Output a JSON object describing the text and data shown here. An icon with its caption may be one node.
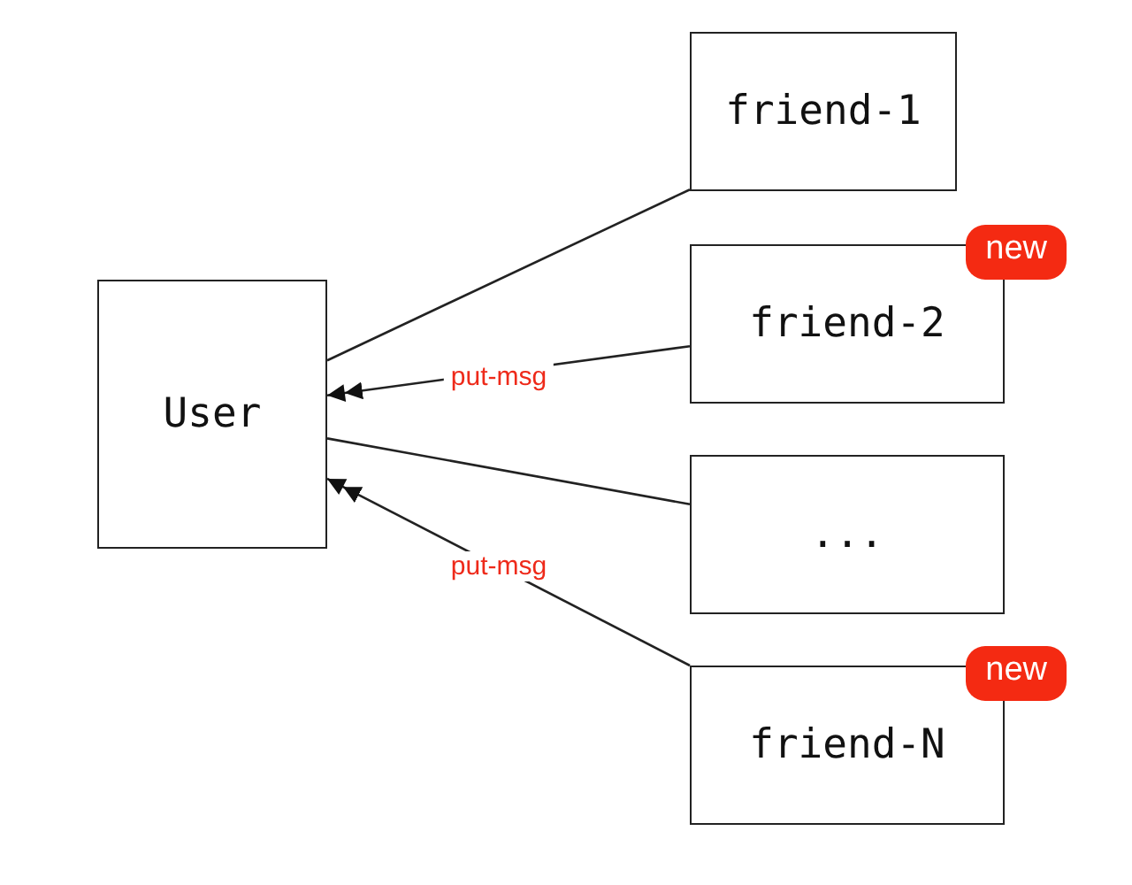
{
  "diagram": {
    "nodes": [
      {
        "text": [
          "User"
        ]
      },
      {
        "text": [
          "friend-1"
        ]
      },
      {
        "text": [
          "friend-2"
        ],
        "beside": [
          "new"
        ]
      },
      {
        "text": [
          "..."
        ]
      },
      {
        "text": [
          "friend-N"
        ],
        "beside": [
          "new"
        ]
      }
    ],
    "edges": [
      {
        "from": 0,
        "to": 1,
        "arrow": "none"
      },
      {
        "from": 2,
        "to": 0,
        "arrow": "to",
        "label": "put-msg"
      },
      {
        "from": 0,
        "to": 3,
        "arrow": "none"
      },
      {
        "from": 4,
        "to": 0,
        "arrow": "to",
        "label": "put-msg"
      }
    ]
  }
}
